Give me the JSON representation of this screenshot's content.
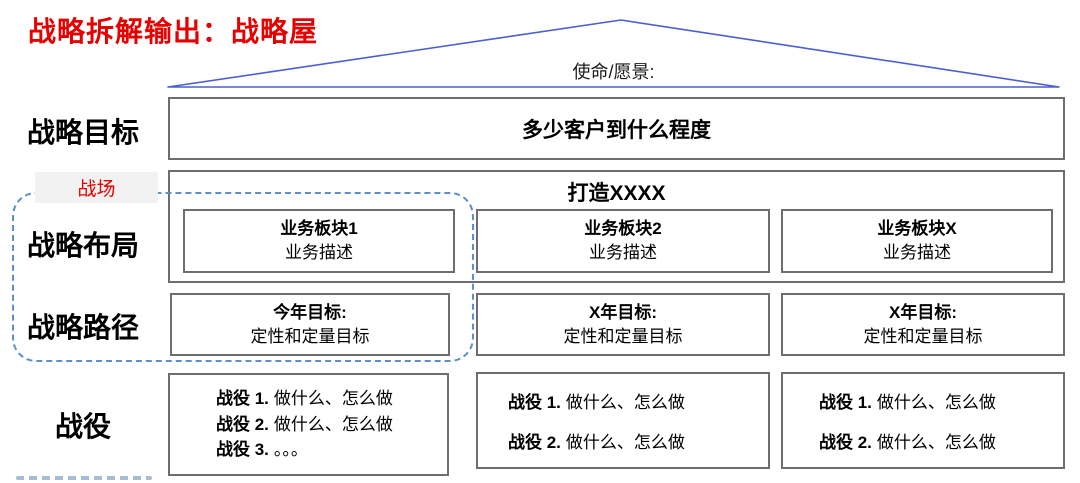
{
  "page": {
    "title": "战略拆解输出：战略屋",
    "roof": {
      "label": "使命/愿景:"
    },
    "colors": {
      "title_red": "#e60000",
      "roof_blue": "#4a5fd2",
      "dash_blue": "#5b8fd0",
      "border_gray": "#6e6e6e",
      "chip_bg": "#f2f2f2",
      "bottom_dash_blue": "#a6bdd3"
    }
  },
  "rows": {
    "goal": {
      "label": "战略目标",
      "content": "多少客户到什么程度"
    },
    "battlefield_tag": "战场",
    "layout": {
      "label": "战略布局",
      "banner": "打造XXXX",
      "blocks": [
        {
          "title": "业务板块1",
          "desc": "业务描述"
        },
        {
          "title": "业务板块2",
          "desc": "业务描述"
        },
        {
          "title": "业务板块X",
          "desc": "业务描述"
        }
      ]
    },
    "path": {
      "label": "战略路径",
      "boxes": [
        {
          "title": "今年目标:",
          "desc": "定性和定量目标"
        },
        {
          "title": "X年目标:",
          "desc": "定性和定量目标"
        },
        {
          "title": "X年目标:",
          "desc": "定性和定量目标"
        }
      ]
    },
    "campaign": {
      "label": "战役",
      "boxes": [
        {
          "items": [
            {
              "bold": "战役 1.",
              "text": "做什么、怎么做"
            },
            {
              "bold": "战役 2.",
              "text": "做什么、怎么做"
            },
            {
              "bold": "战役 3.",
              "text": "。。。"
            }
          ]
        },
        {
          "items": [
            {
              "bold": "战役 1.",
              "text": "做什么、怎么做"
            },
            {
              "bold": "战役 2.",
              "text": "做什么、怎么做"
            }
          ]
        },
        {
          "items": [
            {
              "bold": "战役 1.",
              "text": "做什么、怎么做"
            },
            {
              "bold": "战役 2.",
              "text": "做什么、怎么做"
            }
          ]
        }
      ]
    }
  }
}
